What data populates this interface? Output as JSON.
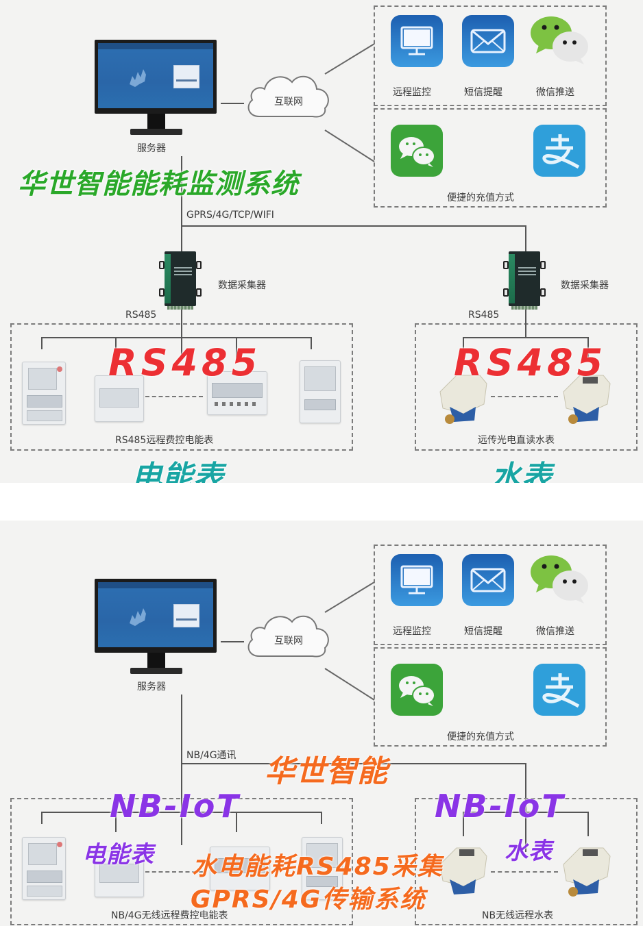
{
  "top_diagram": {
    "title_overlay": "华世智能能耗监测系统",
    "server_label": "服务器",
    "cloud_label": "互联网",
    "apps_panel": {
      "row1": [
        {
          "icon": "monitor-icon",
          "label": "远程监控"
        },
        {
          "icon": "envelope-icon",
          "label": "短信提醒"
        },
        {
          "icon": "wechat-icon",
          "label": "微信推送"
        }
      ],
      "row2_icons": [
        "wechat-pay-icon",
        "alipay-icon"
      ],
      "row2_label": "便捷的充值方式"
    },
    "link_label": "GPRS/4G/TCP/WIFI",
    "left_branch": {
      "collector_label": "数据采集器",
      "bus_label": "RS485",
      "overlay": "RS485",
      "group_label": "RS485远程费控电能表",
      "caption_overlay": "电能表"
    },
    "right_branch": {
      "collector_label": "数据采集器",
      "bus_label": "RS485",
      "overlay": "RS485",
      "group_label": "远传光电直读水表",
      "caption_overlay": "水表"
    }
  },
  "bottom_diagram": {
    "server_label": "服务器",
    "cloud_label": "互联网",
    "apps_panel": {
      "row1": [
        {
          "icon": "monitor-icon",
          "label": "远程监控"
        },
        {
          "icon": "envelope-icon",
          "label": "短信提醒"
        },
        {
          "icon": "wechat-icon",
          "label": "微信推送"
        }
      ],
      "row2_icons": [
        "wechat-pay-icon",
        "alipay-icon"
      ],
      "row2_label": "便捷的充值方式"
    },
    "link_label": "NB/4G通讯",
    "brand_overlay": "华世智能",
    "left_branch": {
      "overlay": "NB-IoT",
      "sub_overlay": "电能表",
      "group_label": "NB/4G无线远程费控电能表"
    },
    "right_branch": {
      "overlay": "NB-IoT",
      "sub_overlay": "水表",
      "group_label": "NB无线远程水表"
    },
    "system_overlay_line1": "水电能耗RS485采集",
    "system_overlay_line2": "GPRS/4G传输系统"
  },
  "colors": {
    "title_green": "#2aa829",
    "rs485_red": "#ec2f33",
    "teal": "#18a5a3",
    "orange": "#f56a1e",
    "purple": "#8a34e6",
    "app_blue": "#1d5fb0",
    "wechat_green": "#3ca43a",
    "alipay_blue": "#2f9fda"
  }
}
